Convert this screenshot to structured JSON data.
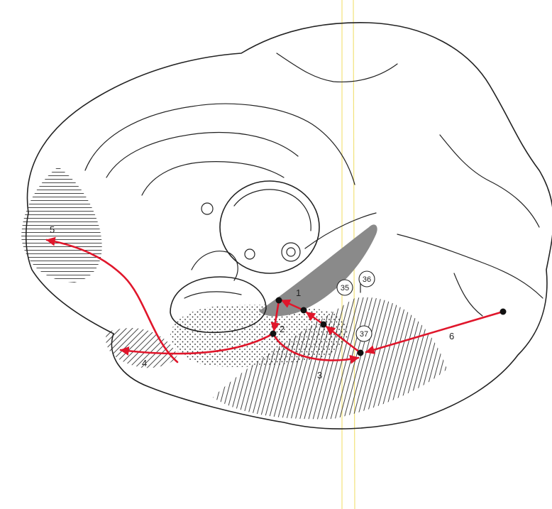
{
  "colors": {
    "pathway": "#e0162b",
    "outline": "#222222",
    "guide_line": "#f2e27a",
    "shade_dark": "#8a8a8a"
  },
  "labels": {
    "l1": "1",
    "l2": "2",
    "l3": "3",
    "l4": "4",
    "l5": "5",
    "l6": "6",
    "c35": "35",
    "c36": "36",
    "c37": "37"
  }
}
